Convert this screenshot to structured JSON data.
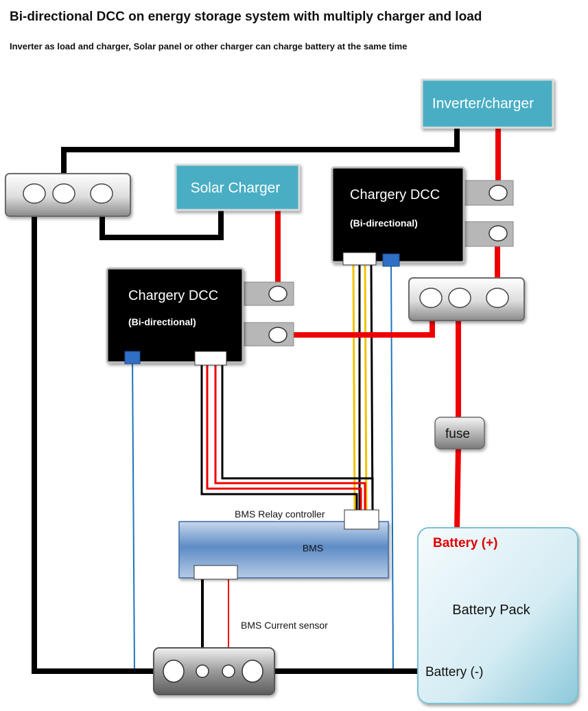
{
  "title": "Bi-directional DCC on energy storage system with multiply charger and load",
  "subtitle": "Inverter as load and charger, Solar panel or other charger can charge battery at the same time",
  "inverter": {
    "label": "Inverter/charger"
  },
  "solar": {
    "label": "Solar Charger"
  },
  "dcc_right": {
    "name": "Chargery DCC",
    "mode": "(Bi-directional)"
  },
  "dcc_left": {
    "name": "Chargery DCC",
    "mode": "(Bi-directional)"
  },
  "fuse": {
    "label": "fuse"
  },
  "bms": {
    "label": "BMS",
    "relay_label": "BMS Relay controller",
    "sensor_label": "BMS Current sensor"
  },
  "battery": {
    "plus_label": "Battery (+)",
    "pack_label": "Battery Pack",
    "minus_label": "Battery (-)"
  },
  "colors": {
    "box_blue": "#4aaec4",
    "wire_red": "#ee0000",
    "wire_black": "#000000",
    "signal_blue": "#1e73be",
    "signal_yellow": "#f2c200",
    "battery_red": "#e00000"
  }
}
